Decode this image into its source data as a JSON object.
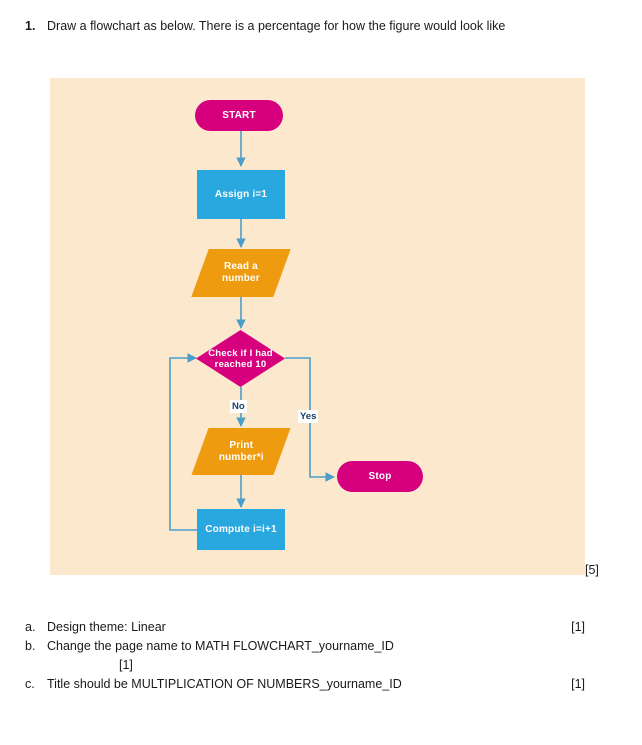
{
  "question": {
    "number": "1.",
    "text": "Draw a flowchart as below. There is a percentage for how the figure would look like",
    "mark": "[5]"
  },
  "colors": {
    "panel_background": "#fbe8cd",
    "terminator": "#d6007f",
    "process": "#29a8e0",
    "io": "#ef9b10",
    "decision": "#d6007f",
    "connector": "#4b9ec9",
    "label_text": "#17406b"
  },
  "flowchart": {
    "nodes": [
      {
        "id": "start",
        "type": "terminator",
        "label": "START"
      },
      {
        "id": "assign",
        "type": "process",
        "label": "Assign i=1"
      },
      {
        "id": "read",
        "type": "io",
        "label": "Read a\nnumber"
      },
      {
        "id": "decision",
        "type": "decision",
        "label": "Check if I had\nreached 10"
      },
      {
        "id": "print",
        "type": "io",
        "label": "Print\nnumber*i"
      },
      {
        "id": "compute",
        "type": "process",
        "label": "Compute i=i+1"
      },
      {
        "id": "stop",
        "type": "terminator",
        "label": "Stop"
      }
    ],
    "branch_labels": {
      "no": "No",
      "yes": "Yes"
    }
  },
  "sub_items": [
    {
      "letter": "a.",
      "text": "Design theme: Linear",
      "mark": "[1]",
      "mark_inline": false
    },
    {
      "letter": "b.",
      "text": "Change the page name to MATH FLOWCHART_yourname_ID",
      "mark": "[1]",
      "mark_inline": true
    },
    {
      "letter": "c.",
      "text": "Title should be MULTIPLICATION OF NUMBERS_yourname_ID",
      "mark": "[1]",
      "mark_inline": false
    }
  ]
}
